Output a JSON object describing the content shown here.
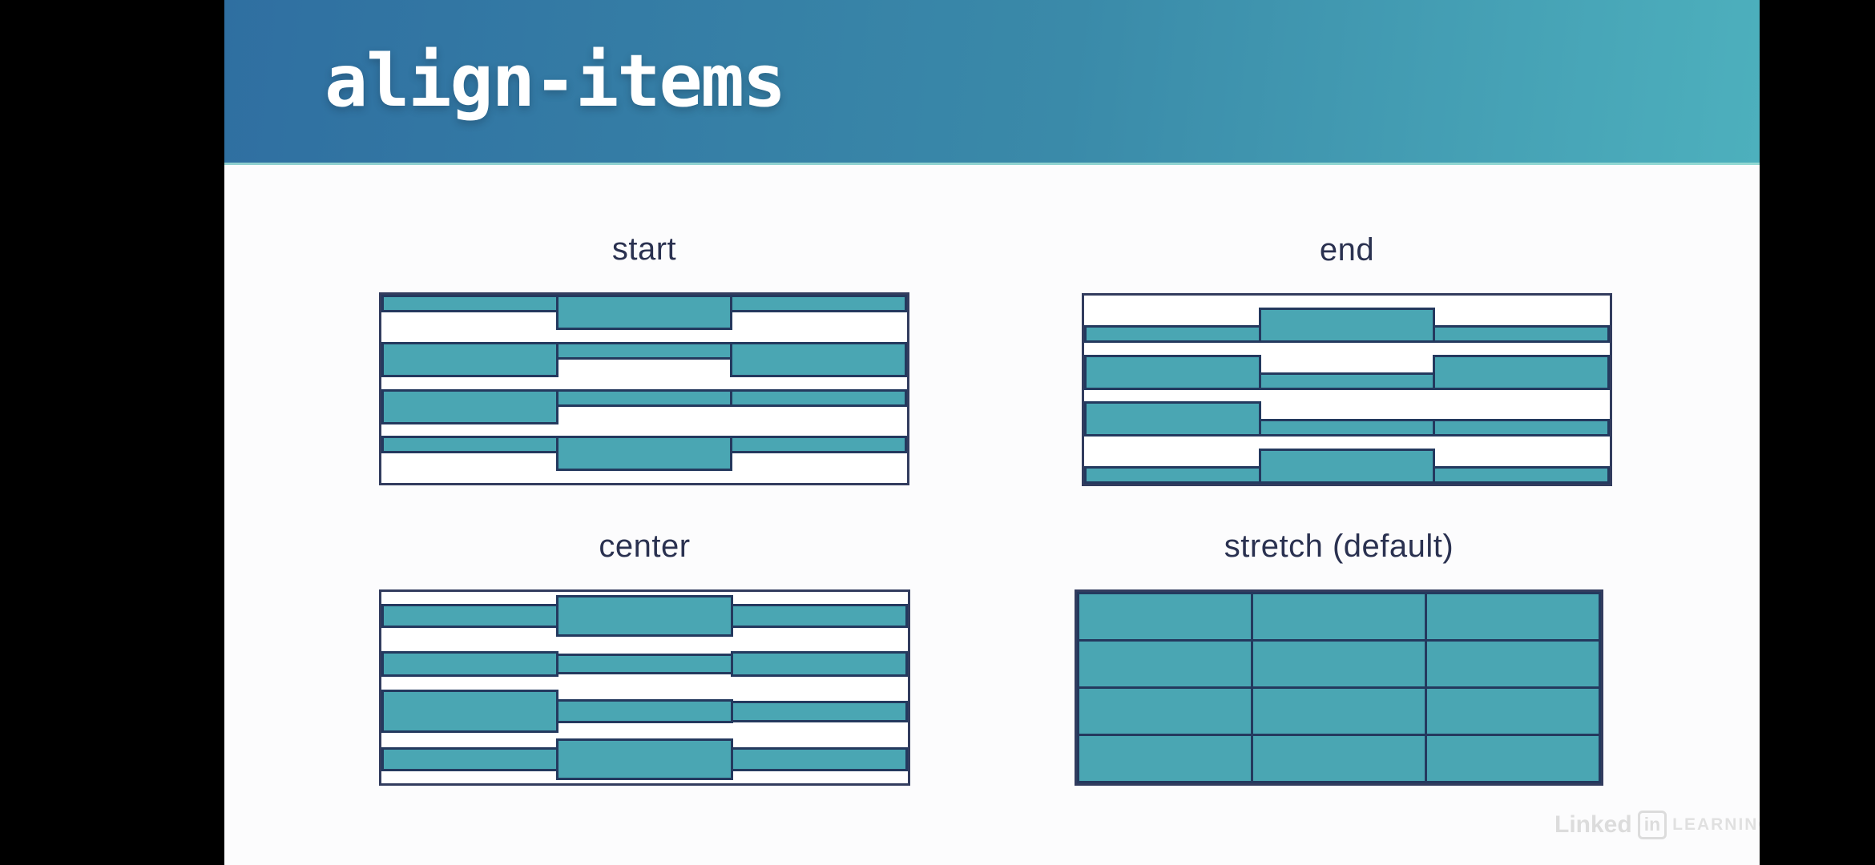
{
  "header": {
    "title": "align-items"
  },
  "diagrams": [
    {
      "label": "start",
      "align": "flex-start",
      "rows": [
        [
          22,
          44,
          22
        ],
        [
          44,
          22,
          44
        ],
        [
          44,
          22,
          22
        ],
        [
          22,
          44,
          22
        ]
      ]
    },
    {
      "label": "end",
      "align": "flex-end",
      "rows": [
        [
          22,
          44,
          22
        ],
        [
          44,
          22,
          44
        ],
        [
          44,
          22,
          22
        ],
        [
          22,
          44,
          22
        ]
      ]
    },
    {
      "label": "center",
      "align": "center",
      "rows": [
        [
          30,
          52,
          30
        ],
        [
          32,
          26,
          32
        ],
        [
          54,
          30,
          27
        ],
        [
          30,
          52,
          30
        ]
      ]
    },
    {
      "label": "stretch (default)",
      "align": "stretch",
      "rows": [
        [
          null,
          null,
          null
        ],
        [
          null,
          null,
          null
        ],
        [
          null,
          null,
          null
        ],
        [
          null,
          null,
          null
        ]
      ]
    }
  ],
  "watermark": {
    "brand": "Linked",
    "badge": "in",
    "suffix": "LEARNING"
  },
  "colors": {
    "header_gradient_start": "#2f6fa1",
    "header_gradient_end": "#4db0bd",
    "header_title": "#ffffff",
    "item_fill": "#4aa6b3",
    "item_border": "#24395e",
    "container_border": "#323c5e",
    "diagram_label": "#2a3150",
    "slide_bg": "#fcfcfd",
    "letterbox": "#000000",
    "watermark": "#dcdcdc"
  }
}
